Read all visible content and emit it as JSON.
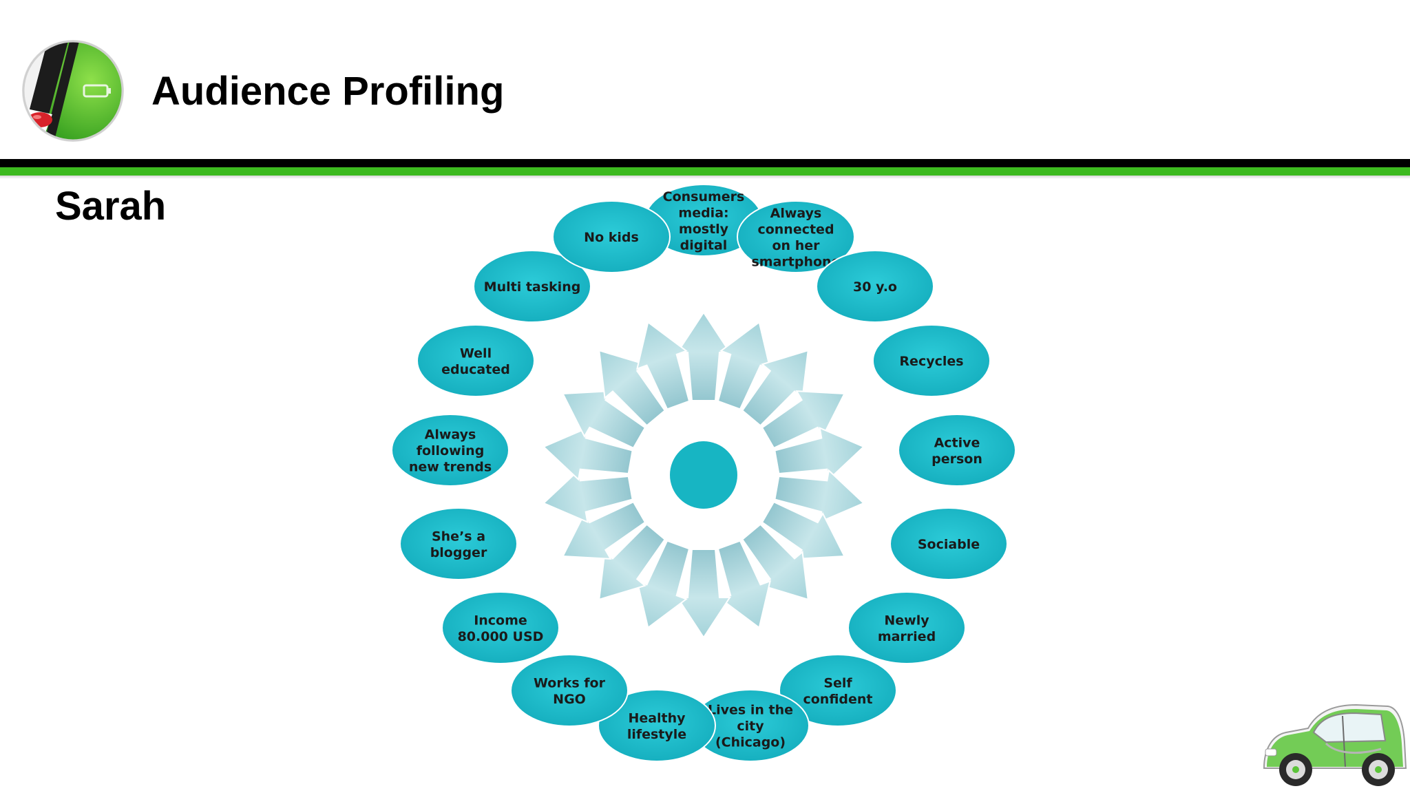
{
  "header": {
    "title": "Audience Profiling",
    "logo": "smart-car-rear-light-logo-icon",
    "accent_color": "#3dba1f",
    "band_color": "#000000"
  },
  "persona": {
    "name": "Sarah"
  },
  "diagram": {
    "type": "radial-arrows-cycle",
    "center_color": "#17b5c3",
    "ellipse_color": "#1cbccb",
    "arrow_color": "#a8d8de",
    "attributes": [
      {
        "id": "consumers-media",
        "lines": [
          "Consumers",
          "media:",
          "mostly",
          "digital"
        ]
      },
      {
        "id": "always-connected",
        "lines": [
          "Always",
          "connected",
          "on her",
          "smartphone"
        ]
      },
      {
        "id": "age",
        "lines": [
          "30 y.o"
        ]
      },
      {
        "id": "recycles",
        "lines": [
          "Recycles"
        ]
      },
      {
        "id": "active-person",
        "lines": [
          "Active",
          "person"
        ]
      },
      {
        "id": "sociable",
        "lines": [
          "Sociable"
        ]
      },
      {
        "id": "newly-married",
        "lines": [
          "Newly",
          "married"
        ]
      },
      {
        "id": "self-confident",
        "lines": [
          "Self",
          "confident"
        ]
      },
      {
        "id": "lives-in-city",
        "lines": [
          "Lives in the",
          "city",
          "(Chicago)"
        ]
      },
      {
        "id": "healthy-lifestyle",
        "lines": [
          "Healthy",
          "lifestyle"
        ]
      },
      {
        "id": "works-for-ngo",
        "lines": [
          "Works for",
          "NGO"
        ]
      },
      {
        "id": "income",
        "lines": [
          "Income",
          "80.000 USD"
        ]
      },
      {
        "id": "blogger",
        "lines": [
          "She’s a",
          "blogger"
        ]
      },
      {
        "id": "following-trends",
        "lines": [
          "Always",
          "following",
          "new trends"
        ]
      },
      {
        "id": "well-educated",
        "lines": [
          "Well",
          "educated"
        ]
      },
      {
        "id": "multi-tasking",
        "lines": [
          "Multi tasking"
        ]
      },
      {
        "id": "no-kids",
        "lines": [
          "No kids"
        ]
      }
    ]
  },
  "footer": {
    "car_image": "green-smart-car-icon"
  }
}
